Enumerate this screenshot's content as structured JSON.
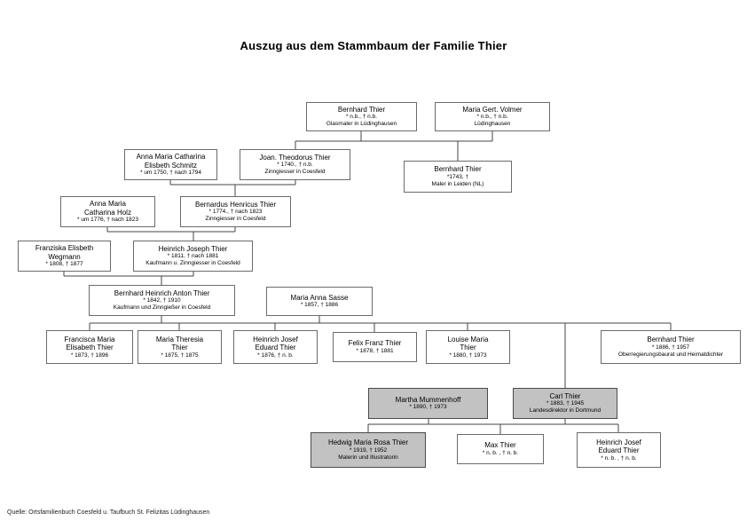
{
  "title": "Auszug aus dem Stammbaum der Familie Thier",
  "source": "Quelle: Ortsfamilienbuch Coesfeld u. Taufbuch St. Felizitas Lüdinghausen",
  "colors": {
    "box_fill": "#ffffff",
    "highlight_fill": "#c2c2c2",
    "box_border": "#6b6b6b",
    "line": "#444444"
  },
  "persons": [
    {
      "name": "Bernhard Thier",
      "dates": "* n.b., † n.b.",
      "occupation": "Glasmaler in Lüdinghausen"
    },
    {
      "name": "Maria Gert. Volmer",
      "dates": "* n.b., † n.b.",
      "occupation": "Lüdinghausen"
    },
    {
      "name": "Anna Maria Catharina",
      "name2": "Elisbeth Schmitz",
      "dates": "* um 1750, † nach 1794"
    },
    {
      "name": "Joan. Theodorus Thier",
      "dates": "* 1740., † n.b.",
      "occupation": "Zinngiesser in Coesfeld"
    },
    {
      "name": "Bernhard Thier",
      "dates": "*1743, †",
      "occupation": "Maler in Leiden (NL)"
    },
    {
      "name": "Anna Maria",
      "name2": "Catharina Holz",
      "dates": "* um 1776, † nach 1823"
    },
    {
      "name": "Bernardus Henricus Thier",
      "dates": "* 1774., † nach 1823",
      "occupation": "Zinngiesser in Coesfeld"
    },
    {
      "name": "Franziska Elisbeth",
      "name2": "Wegmann",
      "dates": "* 1808, † 1877"
    },
    {
      "name": "Heinrich Joseph Thier",
      "dates": "* 1811, † nach 1881",
      "occupation": "Kaufmann u. Zinngiesser in Coesfeld"
    },
    {
      "name": "Bernhard Heinrich Anton Thier",
      "dates": "* 1842, † 1910",
      "occupation": "Kaufmann und Zinngießer in Coesfeld"
    },
    {
      "name": "Maria Anna Sasse",
      "dates": "* 1857, † 1886"
    },
    {
      "name": "Francisca Maria",
      "name2": "Elisabeth Thier",
      "dates": "* 1873, † 1896"
    },
    {
      "name": "Maria Theresia",
      "name2": "Thier",
      "dates": "* 1875, † 1875"
    },
    {
      "name": "Heinrich Josef",
      "name2": "Eduard Thier",
      "dates": "* 1876, † n. b."
    },
    {
      "name": "Felix Franz Thier",
      "dates": "* 1878, † 1881"
    },
    {
      "name": "Louise Maria",
      "name2": "Thier",
      "dates": "* 1880, † 1973"
    },
    {
      "name": "Bernhard Thier",
      "dates": "* 1886, † 1957",
      "occupation": "Oberregierungsbaurat und Heimatdichter"
    },
    {
      "name": "Martha Mummenhoff",
      "dates": "* 1890, † 1973"
    },
    {
      "name": "Carl Thier",
      "dates": "* 1883, † 1945",
      "occupation": "Landesdirektor in Dortmund"
    },
    {
      "name": "Hedwig Maria Rosa Thier",
      "dates": "* 1919, † 1952",
      "occupation": "Malerin und Illustratorin"
    },
    {
      "name": "Max Thier",
      "dates": "* n. b. , † n. b."
    },
    {
      "name": "Heinrich Josef",
      "name2": "Eduard Thier",
      "dates": "* n. b. , † n. b."
    }
  ]
}
